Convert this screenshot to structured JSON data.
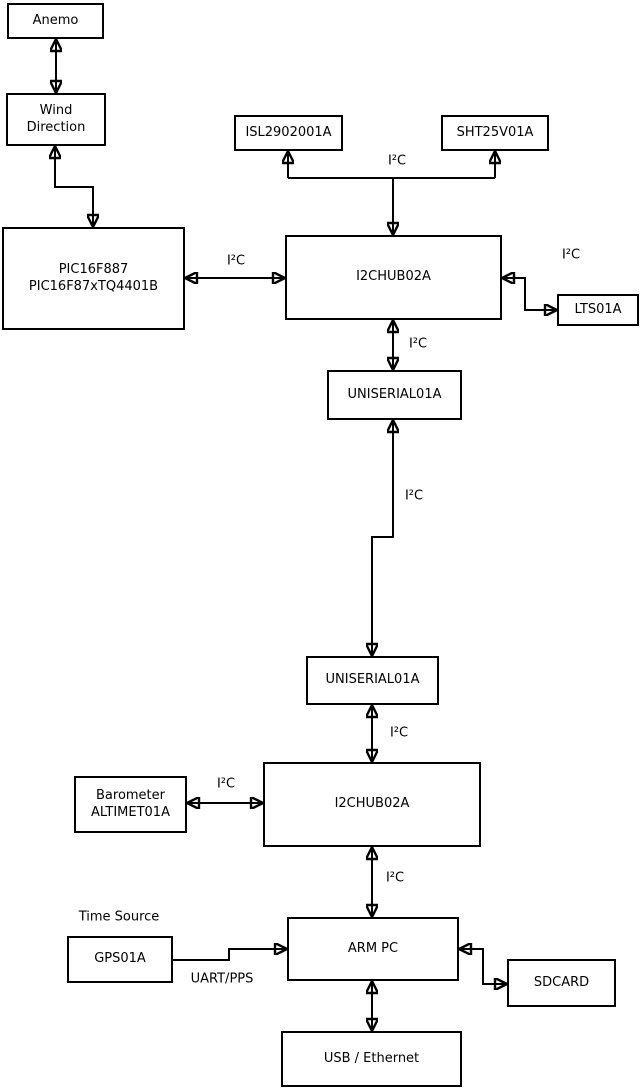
{
  "diagram": {
    "boxes": {
      "anemo": "Anemo",
      "wind_direction": "Wind\nDirection",
      "pic": "PIC16F887\nPIC16F87xTQ4401B",
      "isl": "ISL2902001A",
      "sht": "SHT25V01A",
      "i2chub_upper": "I2CHUB02A",
      "lts": "LTS01A",
      "uniserial_upper": "UNISERIAL01A",
      "uniserial_lower": "UNISERIAL01A",
      "i2chub_lower": "I2CHUB02A",
      "barometer": "Barometer\nALTIMET01A",
      "gps": "GPS01A",
      "arm_pc": "ARM PC",
      "sdcard": "SDCARD",
      "usb_ethernet": "USB / Ethernet"
    },
    "labels": {
      "i2c": "I²C",
      "time_source": "Time Source",
      "uart_pps": "UART/PPS"
    },
    "colors": {
      "line": "#000000",
      "box_fill": "#ffffff",
      "text": "#000000",
      "background": "#ffffff"
    }
  }
}
